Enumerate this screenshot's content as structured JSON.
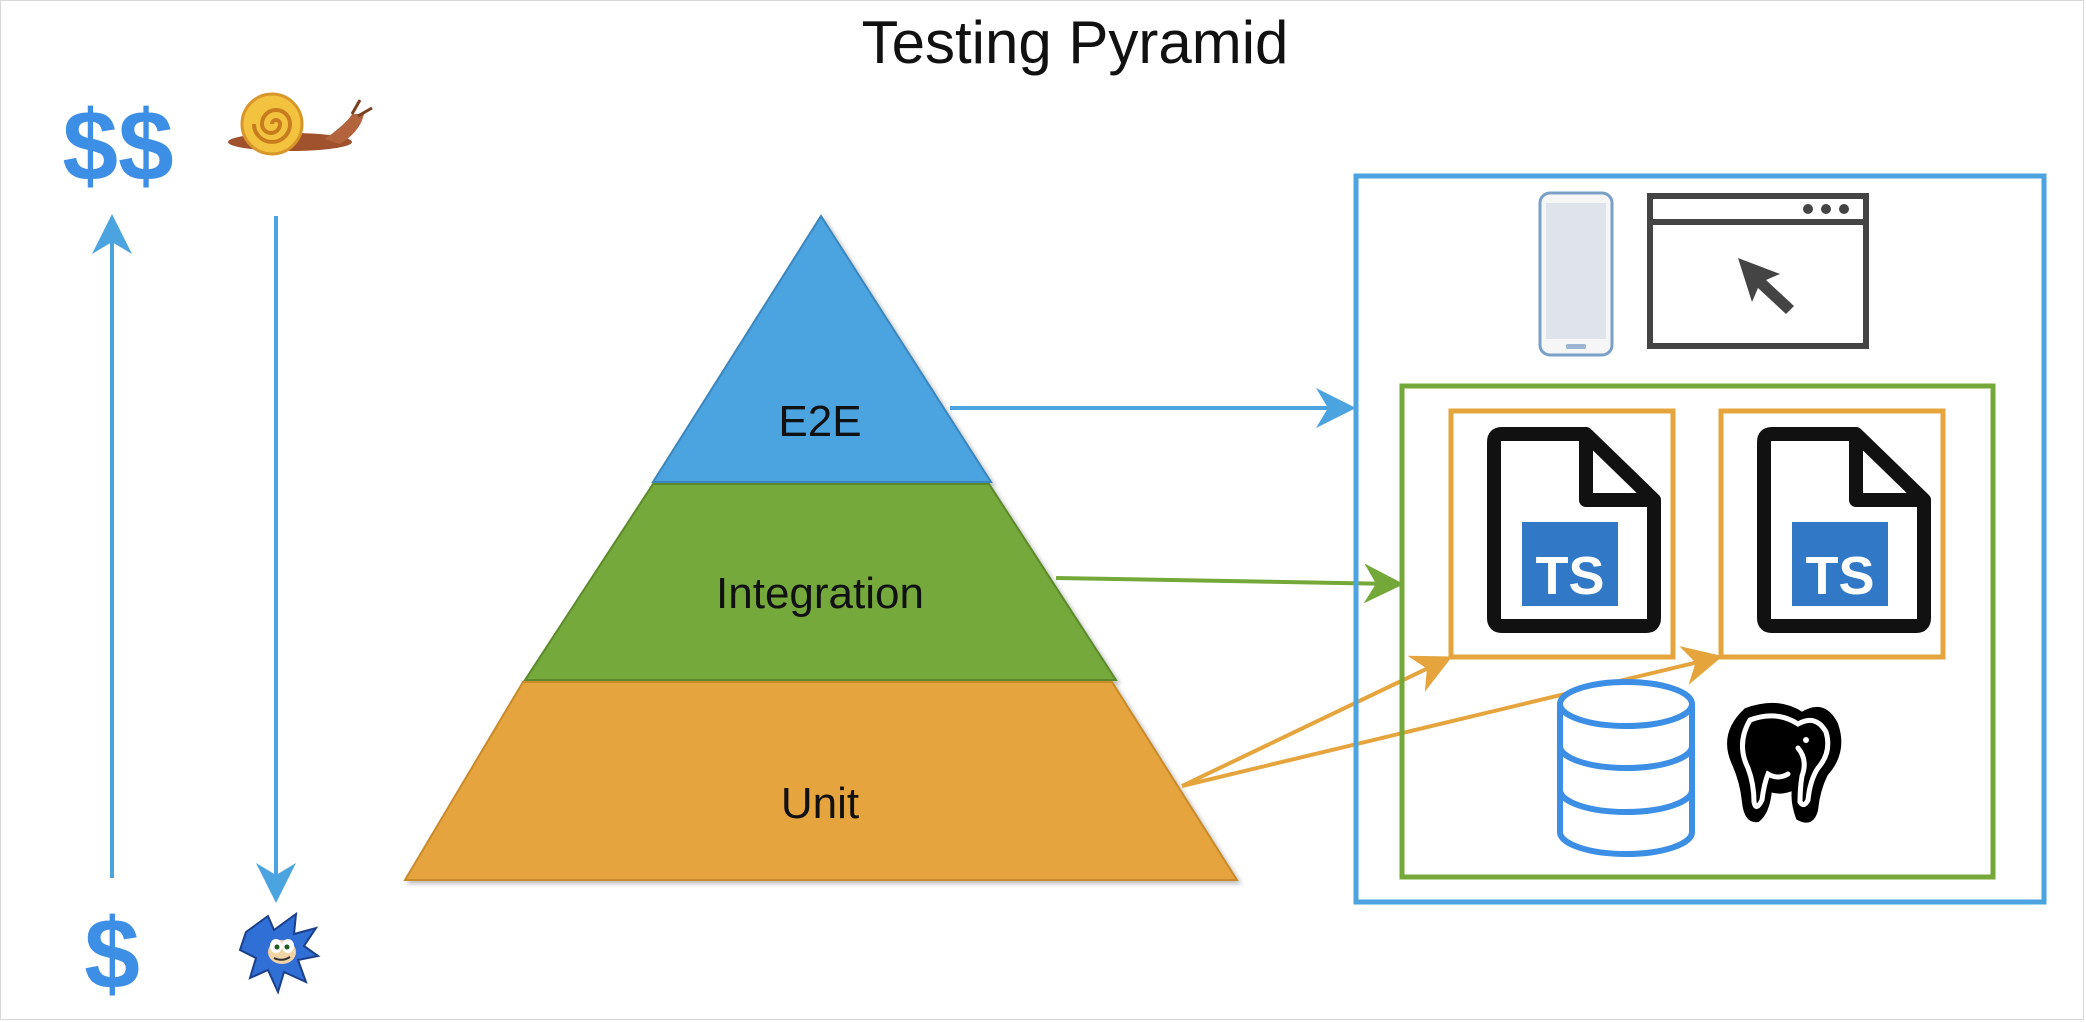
{
  "title": "Testing Pyramid",
  "cost_axis": {
    "top_label": "$$",
    "bottom_label": "$",
    "icon_top": "snail-icon",
    "icon_bottom": "hedgehog-icon"
  },
  "pyramid": {
    "layers": [
      {
        "label": "E2E",
        "color": "#4ba3e0"
      },
      {
        "label": "Integration",
        "color": "#74a93a"
      },
      {
        "label": "Unit",
        "color": "#e5a43c"
      }
    ]
  },
  "e2e_box": {
    "border_color": "#4ba3e0",
    "icons": [
      "mobile-phone-icon",
      "browser-window-icon"
    ]
  },
  "integration_box": {
    "border_color": "#74a93a",
    "icons": [
      "database-icon",
      "postgresql-elephant-icon"
    ]
  },
  "unit_files": [
    {
      "badge": "TS",
      "border_color": "#e5a43c"
    },
    {
      "badge": "TS",
      "border_color": "#e5a43c"
    }
  ],
  "colors": {
    "dollar": "#3d8fe6",
    "axis_arrow": "#4ba3e0",
    "ts_badge": "#3178c6"
  }
}
